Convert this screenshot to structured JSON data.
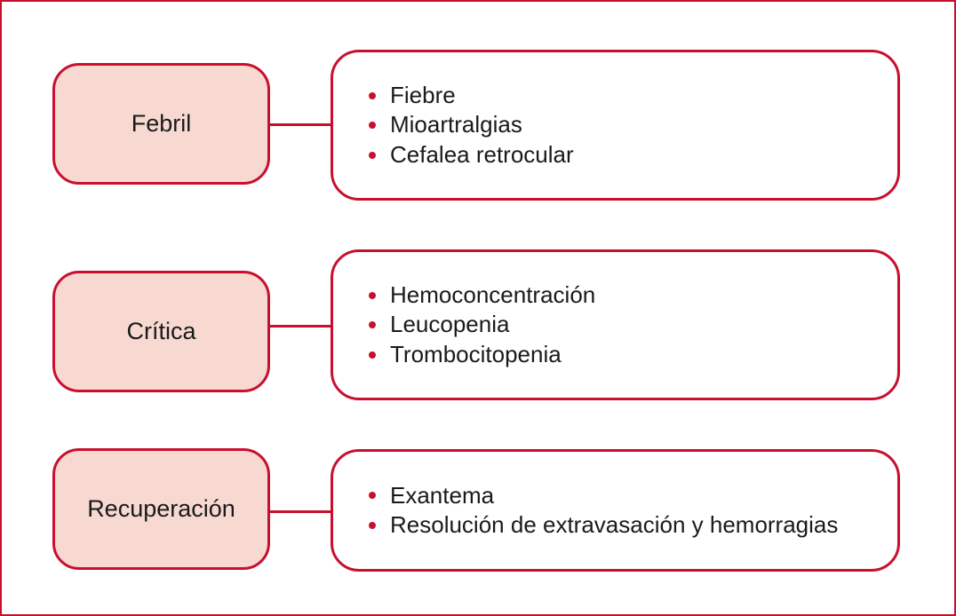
{
  "colors": {
    "accent": "#c8102e",
    "phase_fill": "#f7d9d2",
    "text": "#1a1a1a",
    "background": "#ffffff"
  },
  "phases": [
    {
      "label": "Febril",
      "items": [
        "Fiebre",
        "Mioartralgias",
        "Cefalea retrocular"
      ]
    },
    {
      "label": "Crítica",
      "items": [
        "Hemoconcentración",
        "Leucopenia",
        "Trombocitopenia"
      ]
    },
    {
      "label": "Recuperación",
      "items": [
        "Exantema",
        "Resolución de extravasación y hemorragias"
      ]
    }
  ]
}
